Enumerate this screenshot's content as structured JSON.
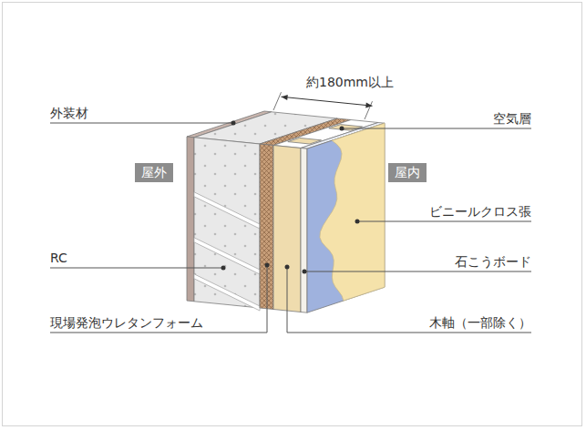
{
  "diagram": {
    "nodes": [
      {
        "text": [
          "屋外"
        ]
      },
      {
        "text": [
          "屋内"
        ]
      }
    ],
    "labels": [
      "外装材",
      "約180mm以上",
      "空気層",
      "ビニールクロス張",
      "RC",
      "石こうボード",
      "現場発泡ウレタンフォーム",
      "木軸（一部除く）"
    ]
  }
}
